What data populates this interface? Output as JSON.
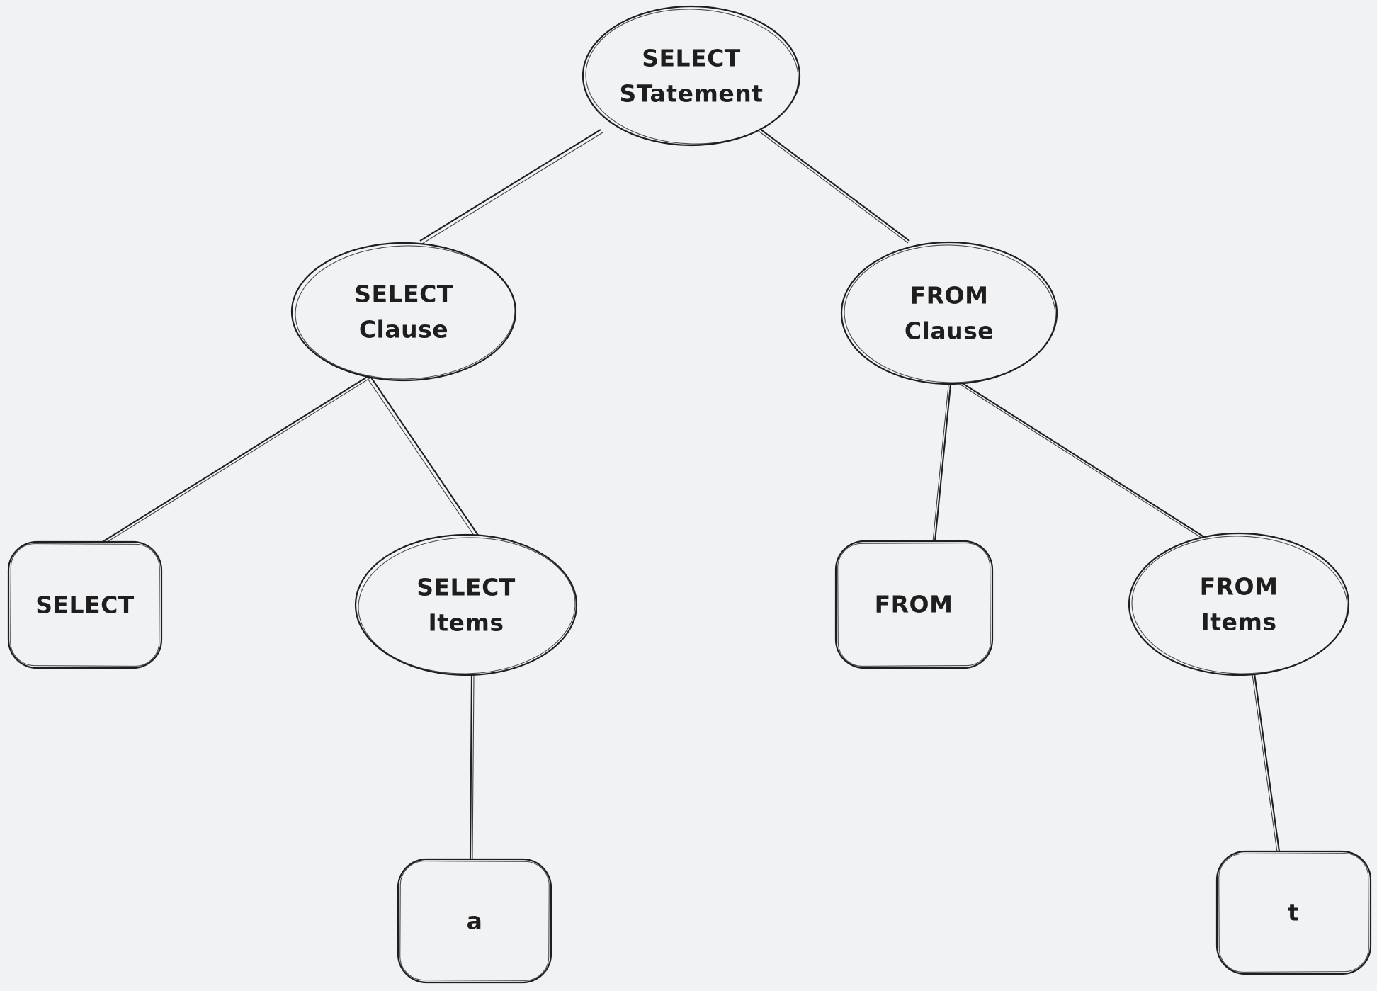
{
  "diagram": {
    "type": "tree",
    "description": "Hand-drawn parse tree of a SQL SELECT statement",
    "background_color": "#f1f2f4",
    "stroke_color": "#1e1e1e",
    "nodes": [
      {
        "id": "select-statement",
        "shape": "ellipse",
        "label": "SELECT\nSTatement"
      },
      {
        "id": "select-clause",
        "shape": "ellipse",
        "label": "SELECT\nClause"
      },
      {
        "id": "from-clause",
        "shape": "ellipse",
        "label": "FROM\nClause"
      },
      {
        "id": "select-keyword",
        "shape": "rounded-rect",
        "label": "SELECT"
      },
      {
        "id": "select-items",
        "shape": "ellipse",
        "label": "SELECT\nItems"
      },
      {
        "id": "from-keyword",
        "shape": "rounded-rect",
        "label": "FROM"
      },
      {
        "id": "from-items",
        "shape": "ellipse",
        "label": "FROM\nItems"
      },
      {
        "id": "select-item-a",
        "shape": "rounded-rect",
        "label": "a"
      },
      {
        "id": "from-item-t",
        "shape": "rounded-rect",
        "label": "t"
      }
    ],
    "edges": [
      {
        "from": "select-statement",
        "to": "select-clause"
      },
      {
        "from": "select-statement",
        "to": "from-clause"
      },
      {
        "from": "select-clause",
        "to": "select-keyword"
      },
      {
        "from": "select-clause",
        "to": "select-items"
      },
      {
        "from": "from-clause",
        "to": "from-keyword"
      },
      {
        "from": "from-clause",
        "to": "from-items"
      },
      {
        "from": "select-items",
        "to": "select-item-a"
      },
      {
        "from": "from-items",
        "to": "from-item-t"
      }
    ]
  }
}
